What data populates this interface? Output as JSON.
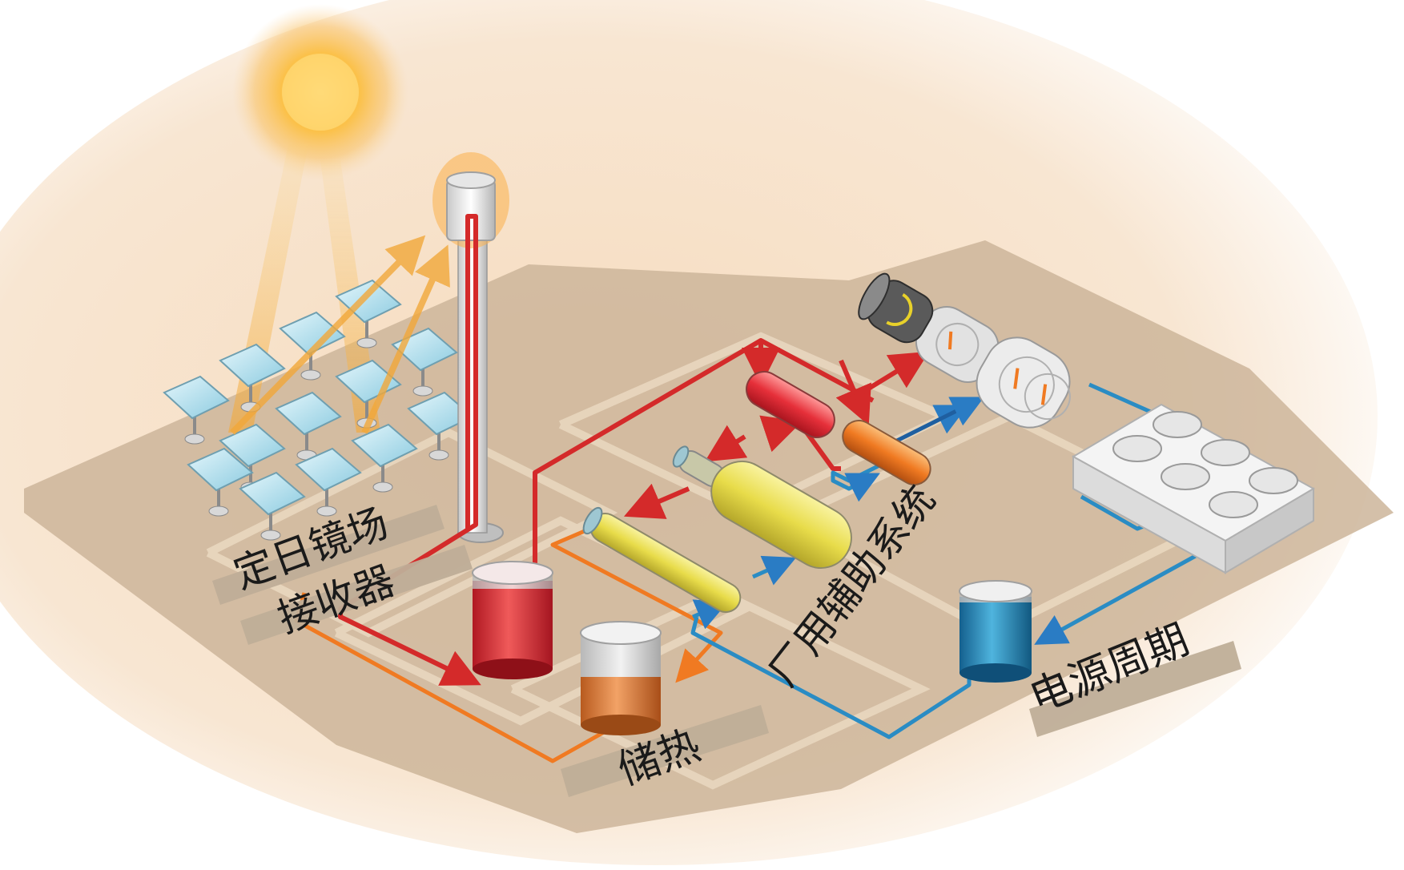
{
  "labels": {
    "heliostat_field": "定日镜场",
    "receiver": "接收器",
    "thermal_storage": "储热",
    "auxiliary_system": "厂用辅助系统",
    "power_cycle": "电源周期"
  },
  "colors": {
    "hot_fluid": "#d42a2a",
    "warm_fluid": "#f07a22",
    "cold_fluid": "#2a8cc4",
    "sun_ray": "#f2a83a",
    "ground": "#cdb59a",
    "background_glow": "#f6dcbf",
    "label_bar": "#bfae98"
  },
  "icons": {
    "sun": "sun-icon",
    "tower": "receiver-tower-icon",
    "heliostat": "heliostat-mirror-icon",
    "hot_tank": "hot-salt-tank-icon",
    "cold_tank": "cold-salt-tank-icon",
    "heat_exchanger": "heat-exchanger-icon",
    "turbine": "steam-turbine-icon",
    "generator": "generator-icon",
    "cooler": "air-cooled-condenser-icon",
    "water_tank": "water-tank-icon"
  }
}
